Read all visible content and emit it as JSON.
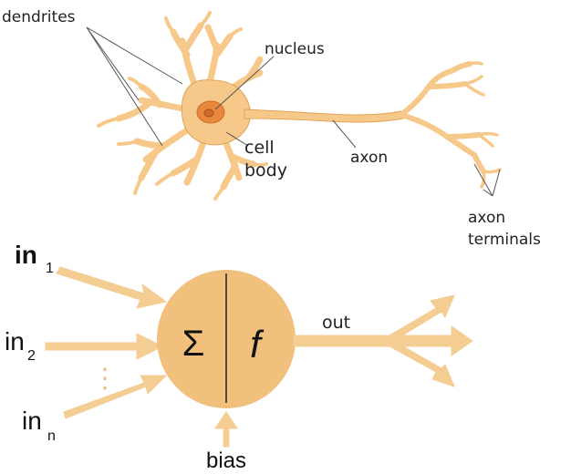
{
  "colors": {
    "cell_fill": "#f6c98a",
    "cell_stroke": "#e0a458",
    "nucleus_fill": "#e8883e",
    "arrow_fill": "#f4cd93",
    "node_fill": "#f0c07c"
  },
  "neuron": {
    "labels": {
      "dendrites": "dendrites",
      "nucleus": "nucleus",
      "cell_body_line1": "cell",
      "cell_body_line2": "body",
      "axon": "axon",
      "axon_terminals_line1": "axon",
      "axon_terminals_line2": "terminals"
    }
  },
  "perceptron": {
    "inputs": [
      {
        "base": "in",
        "sub": "1"
      },
      {
        "base": "in",
        "sub": "2"
      },
      {
        "base": "in",
        "sub": "n"
      }
    ],
    "ellipsis": "⋮",
    "sum_symbol": "Σ",
    "activation_symbol": "f",
    "output_label": "out",
    "bias_label": "bias"
  }
}
